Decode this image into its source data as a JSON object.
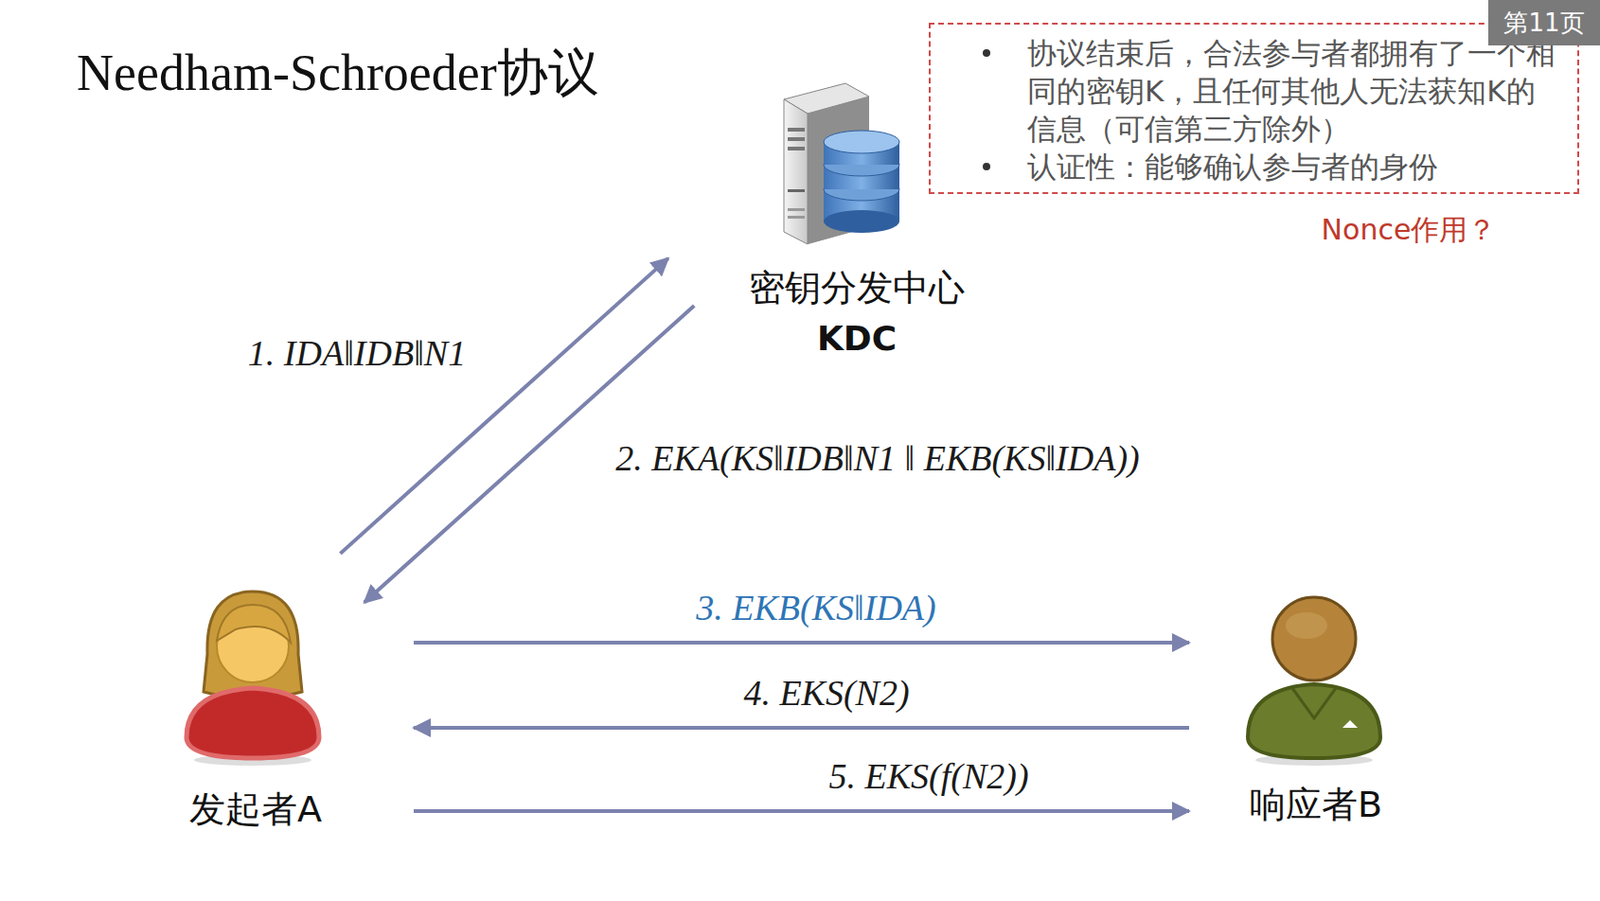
{
  "diagram": {
    "title": "Needham-Schroeder协议",
    "nodes": [
      {
        "text": [
          "密钥分发中心",
          "KDC"
        ]
      },
      {
        "text": [
          "协议结束后，合法参与者都拥有了一个相同的密钥K，且任何其他人无法获知K的信息（可信第三方除外）",
          "认证性：能够确认参与者的身份"
        ]
      },
      {
        "text": [
          "发起者A"
        ]
      },
      {
        "text": [
          "响应者B"
        ]
      }
    ],
    "edges": [
      {
        "from": 2,
        "to": 0,
        "arrow": "to",
        "label": "1. IDA‖IDB‖N1"
      },
      {
        "from": 0,
        "to": 2,
        "arrow": "to",
        "label": "2. EKA(KS‖IDB‖N1 ‖ EKB(KS‖IDA))"
      },
      {
        "from": 2,
        "to": 3,
        "arrow": "to",
        "label": "3. EKB(KS‖IDA)"
      },
      {
        "from": 3,
        "to": 2,
        "arrow": "to",
        "label": "4. EKS(N2)"
      },
      {
        "from": 2,
        "to": 3,
        "arrow": "to",
        "label": "5. EKS(f(N2))"
      }
    ],
    "labels": [
      "第11页",
      "Nonce作用？"
    ]
  }
}
